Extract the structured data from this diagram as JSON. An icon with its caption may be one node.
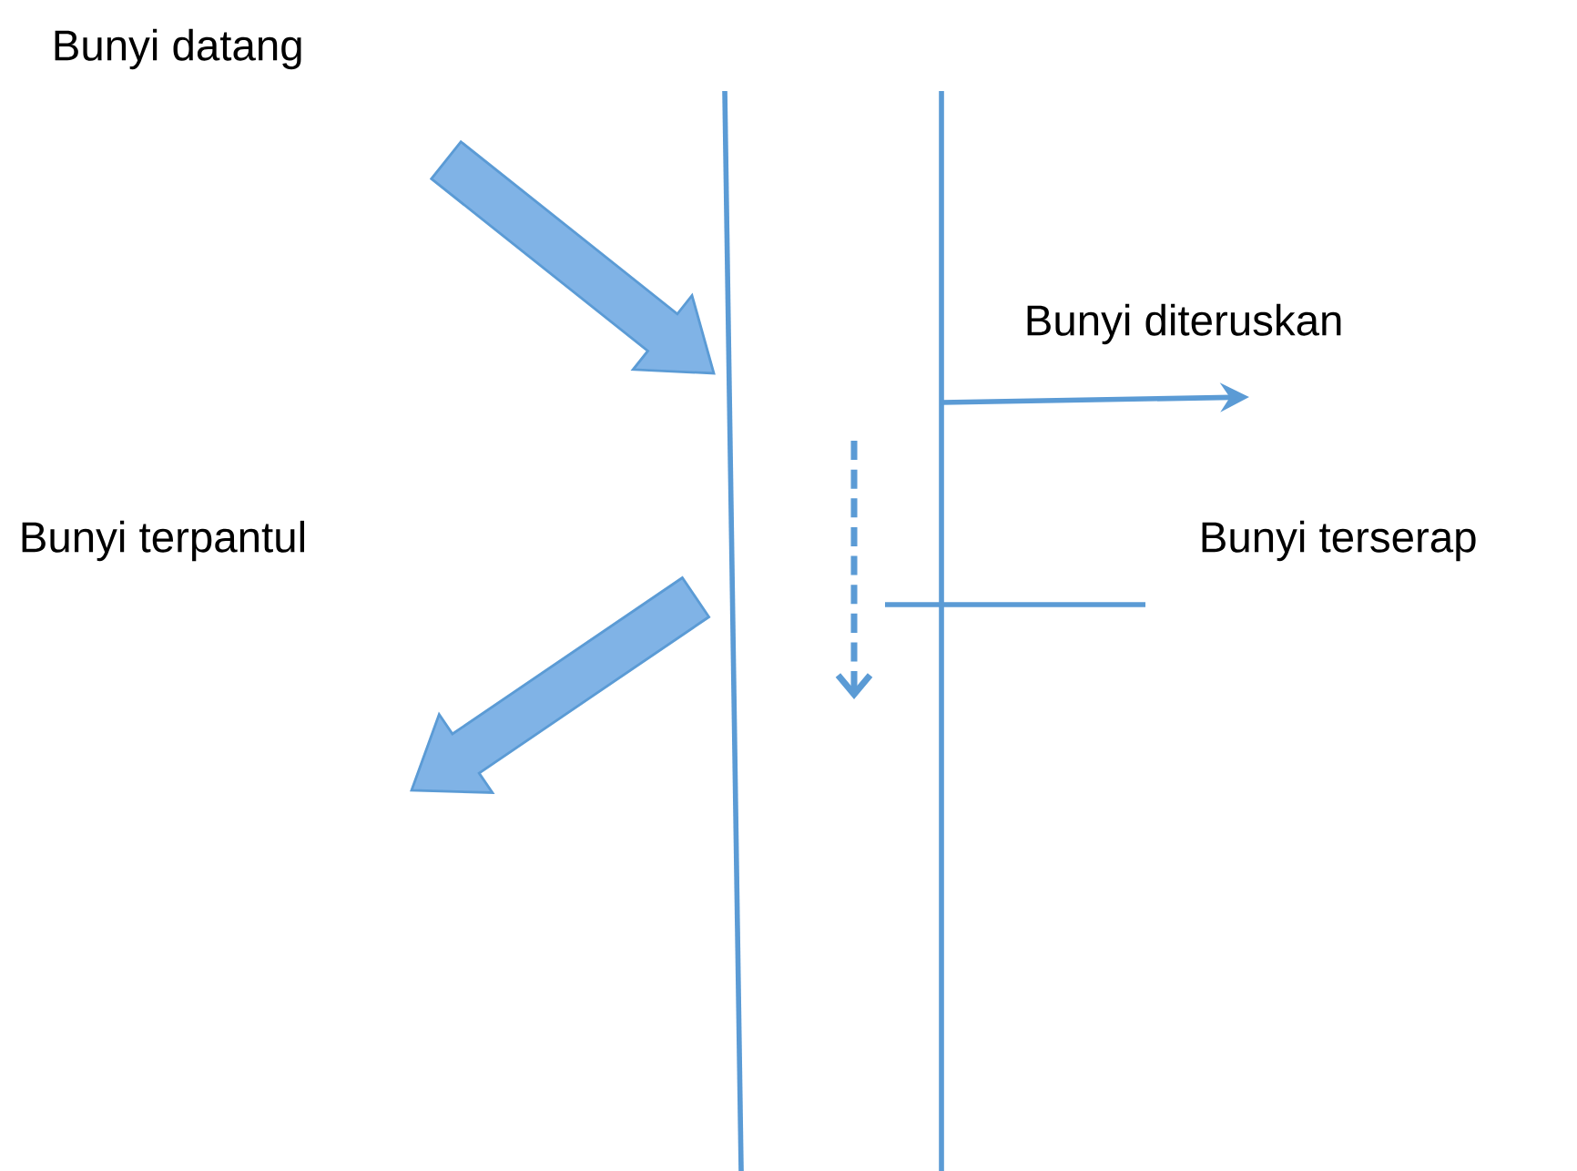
{
  "diagram": {
    "labels": [
      "Bunyi datang",
      "Bunyi diteruskan",
      "Bunyi terpantul",
      "Bunyi terserap"
    ]
  }
}
